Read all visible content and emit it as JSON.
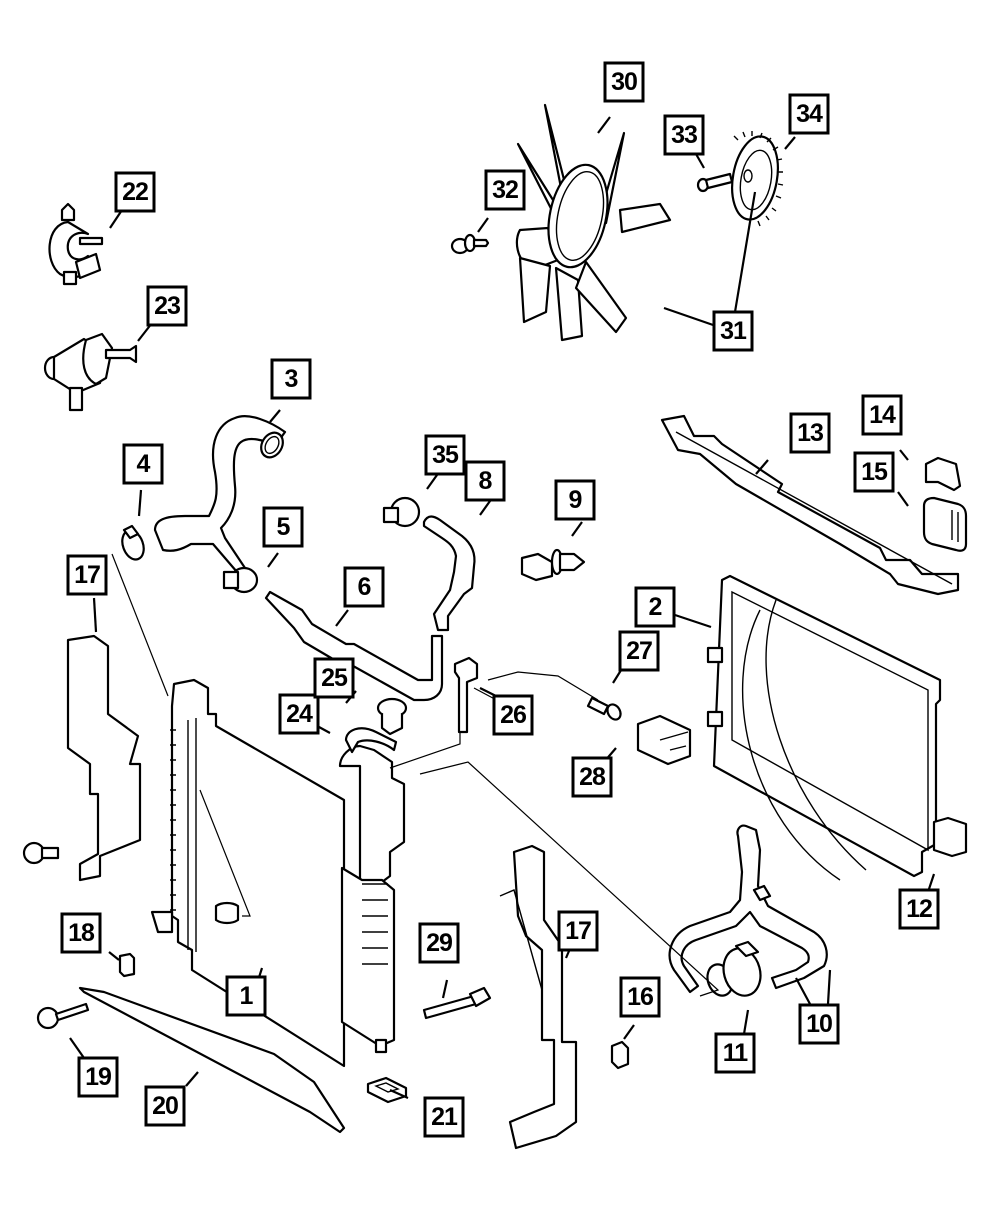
{
  "diagram": {
    "title": "Radiator and Related Parts",
    "callouts": [
      {
        "id": "1",
        "label": "1"
      },
      {
        "id": "2",
        "label": "2"
      },
      {
        "id": "3",
        "label": "3"
      },
      {
        "id": "4",
        "label": "4"
      },
      {
        "id": "5",
        "label": "5"
      },
      {
        "id": "6",
        "label": "6"
      },
      {
        "id": "8",
        "label": "8"
      },
      {
        "id": "9",
        "label": "9"
      },
      {
        "id": "10",
        "label": "10"
      },
      {
        "id": "11",
        "label": "11"
      },
      {
        "id": "12",
        "label": "12"
      },
      {
        "id": "13",
        "label": "13"
      },
      {
        "id": "14",
        "label": "14"
      },
      {
        "id": "15",
        "label": "15"
      },
      {
        "id": "16",
        "label": "16"
      },
      {
        "id": "17a",
        "label": "17"
      },
      {
        "id": "17b",
        "label": "17"
      },
      {
        "id": "18",
        "label": "18"
      },
      {
        "id": "19",
        "label": "19"
      },
      {
        "id": "20",
        "label": "20"
      },
      {
        "id": "21",
        "label": "21"
      },
      {
        "id": "22",
        "label": "22"
      },
      {
        "id": "23",
        "label": "23"
      },
      {
        "id": "24",
        "label": "24"
      },
      {
        "id": "25",
        "label": "25"
      },
      {
        "id": "26",
        "label": "26"
      },
      {
        "id": "27",
        "label": "27"
      },
      {
        "id": "28",
        "label": "28"
      },
      {
        "id": "29",
        "label": "29"
      },
      {
        "id": "30",
        "label": "30"
      },
      {
        "id": "31",
        "label": "31"
      },
      {
        "id": "32",
        "label": "32"
      },
      {
        "id": "33",
        "label": "33"
      },
      {
        "id": "34",
        "label": "34"
      },
      {
        "id": "35",
        "label": "35"
      }
    ],
    "parts": [
      {
        "callout": "1",
        "name": "radiator"
      },
      {
        "callout": "2",
        "name": "fan-shroud"
      },
      {
        "callout": "3",
        "name": "upper-radiator-hose"
      },
      {
        "callout": "4",
        "name": "hose-clamp"
      },
      {
        "callout": "5",
        "name": "hose-clamp"
      },
      {
        "callout": "6",
        "name": "overflow-hose"
      },
      {
        "callout": "8",
        "name": "hose"
      },
      {
        "callout": "9",
        "name": "hose-clip"
      },
      {
        "callout": "10",
        "name": "lower-radiator-hose"
      },
      {
        "callout": "11",
        "name": "hose-clamp"
      },
      {
        "callout": "12",
        "name": "shroud-clip"
      },
      {
        "callout": "13",
        "name": "upper-support-bracket"
      },
      {
        "callout": "14",
        "name": "clip"
      },
      {
        "callout": "15",
        "name": "isolator"
      },
      {
        "callout": "16",
        "name": "clip"
      },
      {
        "callout": "17",
        "name": "air-seal"
      },
      {
        "callout": "18",
        "name": "clip"
      },
      {
        "callout": "19",
        "name": "screw"
      },
      {
        "callout": "20",
        "name": "lower-air-deflector"
      },
      {
        "callout": "21",
        "name": "radiator-isolator"
      },
      {
        "callout": "22",
        "name": "hose-connector"
      },
      {
        "callout": "23",
        "name": "hose-connector"
      },
      {
        "callout": "24",
        "name": "coolant-reservoir"
      },
      {
        "callout": "25",
        "name": "pressure-cap"
      },
      {
        "callout": "26",
        "name": "level-sensor"
      },
      {
        "callout": "27",
        "name": "temperature-sensor"
      },
      {
        "callout": "28",
        "name": "connector"
      },
      {
        "callout": "29",
        "name": "drain-plug"
      },
      {
        "callout": "30",
        "name": "fan-blade"
      },
      {
        "callout": "31",
        "name": "fan-and-clutch-assembly"
      },
      {
        "callout": "32",
        "name": "bolt"
      },
      {
        "callout": "33",
        "name": "bolt"
      },
      {
        "callout": "34",
        "name": "fan-clutch"
      },
      {
        "callout": "35",
        "name": "hose-clamp"
      }
    ]
  }
}
